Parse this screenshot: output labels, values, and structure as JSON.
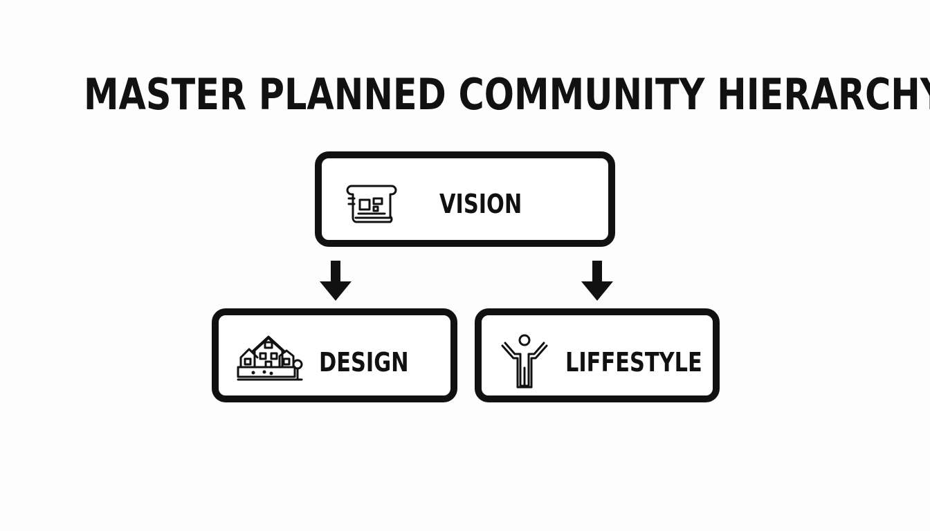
{
  "diagram": {
    "title": "MASTER PLANNED COMMUNITY HIERARCHY",
    "nodes": {
      "vision": {
        "label": "VISION",
        "icon": "blueprint-scroll-icon"
      },
      "design": {
        "label": "DESIGN",
        "icon": "houses-icon"
      },
      "lifestyle": {
        "label": "LIFFESTYLE",
        "icon": "person-arms-raised-icon"
      }
    },
    "edges": [
      {
        "from": "VISION",
        "to": "DESIGN"
      },
      {
        "from": "VISION",
        "to": "LIFFESTYLE"
      }
    ],
    "colors": {
      "ink": "#111111",
      "background": "#fdfdfd"
    }
  }
}
